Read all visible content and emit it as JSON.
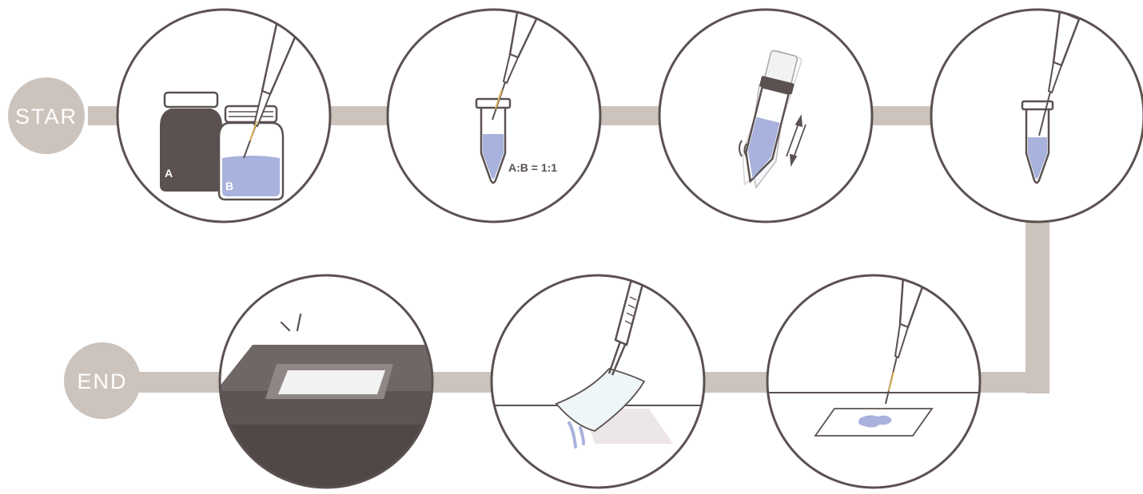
{
  "flow": {
    "start_label": "STAR",
    "end_label": "END",
    "connector_color": "#cdc3bd",
    "terminal_color": "#cdc3bd",
    "circle_stroke_color": "#5b5150"
  },
  "steps": [
    {
      "icon": "reagent-bottles-pipette",
      "label_a": "A",
      "label_b": "B"
    },
    {
      "icon": "tube-mix-pipette",
      "ratio_label": "A:B = 1:1"
    },
    {
      "icon": "tube-shaking"
    },
    {
      "icon": "tube-pipette"
    },
    {
      "icon": "pipette-drop-on-slide"
    },
    {
      "icon": "tweezers-coverslip"
    },
    {
      "icon": "device-with-window"
    }
  ],
  "colors": {
    "liquid": "#a8b2dc",
    "bottle_dark": "#5a5150",
    "device_top": "#6f6766",
    "device_side": "#4f4847",
    "glass": "#eef6f8"
  }
}
